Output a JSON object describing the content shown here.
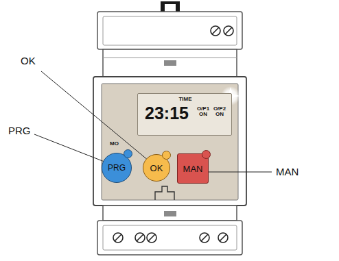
{
  "diagram": {
    "nodes": [
      {
        "text": [
          "TIME",
          "23:15",
          "O/P1 ON",
          "O/P2 ON"
        ]
      },
      {
        "text": [
          "PRG"
        ]
      },
      {
        "text": [
          "OK"
        ]
      },
      {
        "text": [
          "MAN"
        ]
      }
    ],
    "labels": [
      "OK",
      "PRG",
      "MAN",
      "MO"
    ]
  }
}
